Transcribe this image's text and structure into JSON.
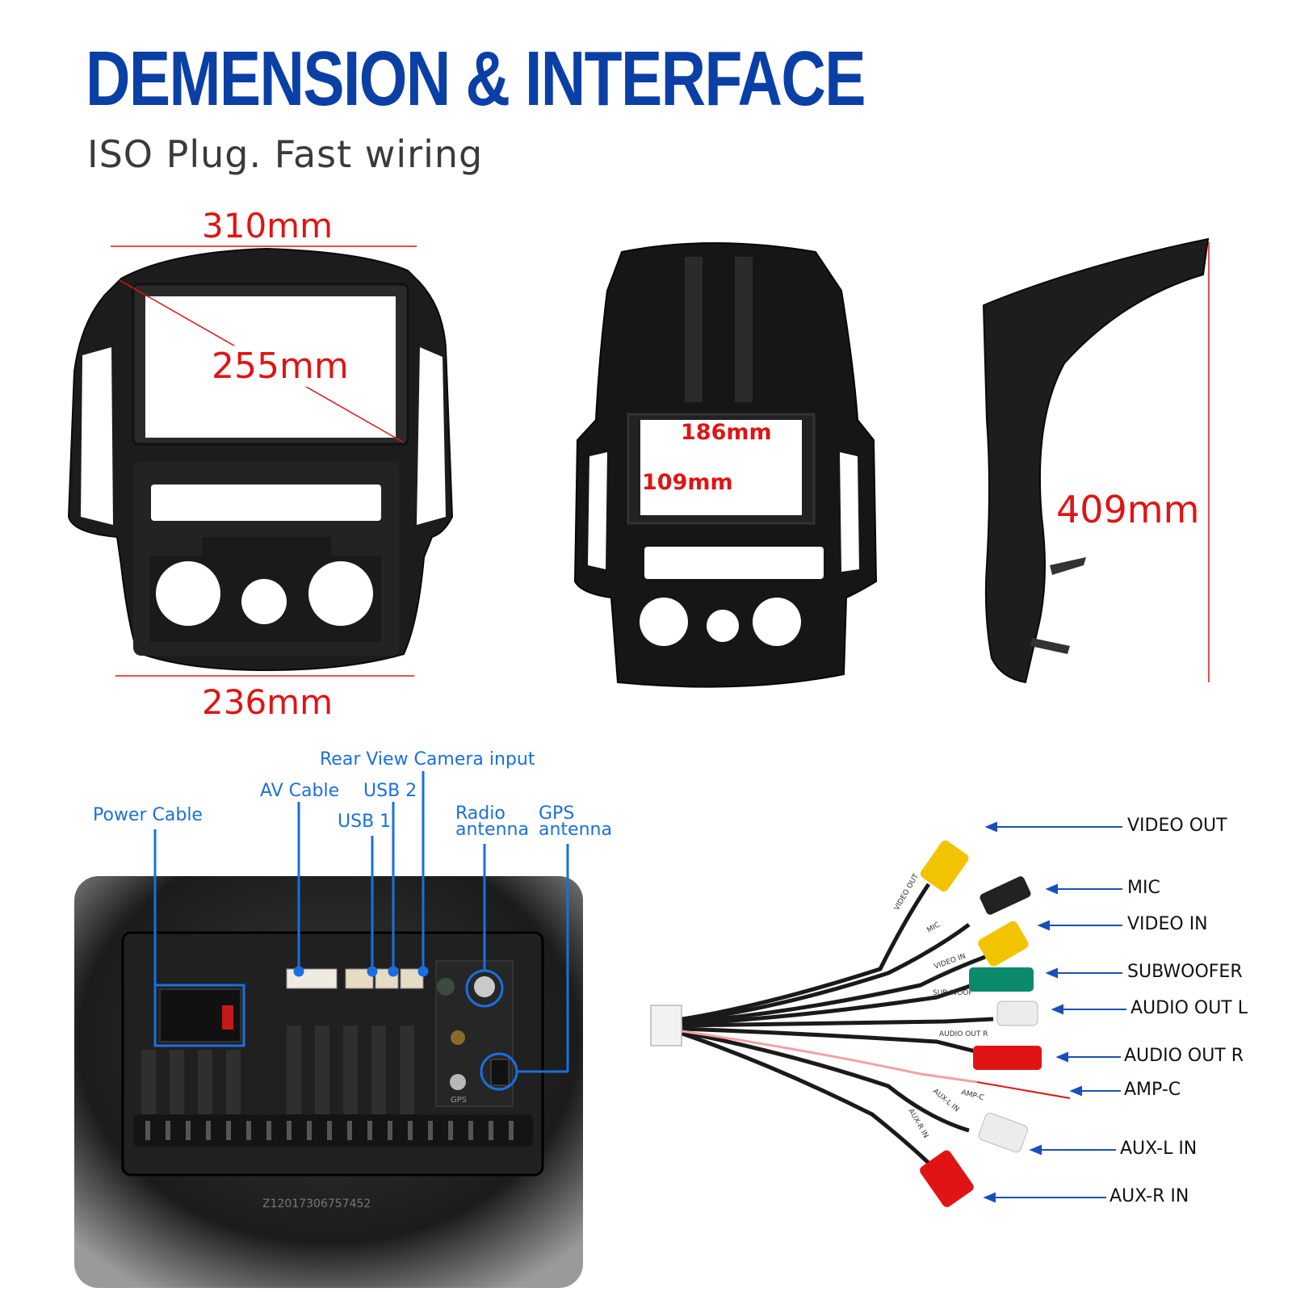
{
  "header": {
    "title": "DEMENSION & INTERFACE",
    "subtitle": "ISO Plug. Fast wiring"
  },
  "dimensions": {
    "top_width": "310mm",
    "diagonal": "255mm",
    "bottom_width": "236mm",
    "screen_width": "186mm",
    "screen_height": "109mm",
    "depth_height": "409mm"
  },
  "ports": {
    "power_cable": "Power Cable",
    "av_cable": "AV Cable",
    "usb1": "USB 1",
    "usb2": "USB 2",
    "rear_camera": "Rear View Camera input",
    "radio_antenna_1": "Radio",
    "radio_antenna_2": "antenna",
    "gps_antenna_1": "GPS",
    "gps_antenna_2": "antenna",
    "unit_gps_print": "GPS",
    "unit_serial": "Z12017306757452"
  },
  "cable": {
    "labels": [
      "VIDEO OUT",
      "MIC",
      "VIDEO IN",
      "SUBWOOFER",
      "AUDIO OUT L",
      "AUDIO OUT R",
      "AMP-C",
      "AUX-L IN",
      "AUX-R IN"
    ],
    "tags": [
      "VIDEO OUT",
      "MIC",
      "VIDEO IN",
      "SUB WOOF",
      "AUDIO OUT R",
      "AMP-C",
      "AUX-L IN",
      "AUX-R IN"
    ]
  },
  "colors": {
    "title": "#0a3fa6",
    "dimension": "#e01414",
    "port_label": "#1a6fe0",
    "arrow": "#1a4fb8"
  }
}
